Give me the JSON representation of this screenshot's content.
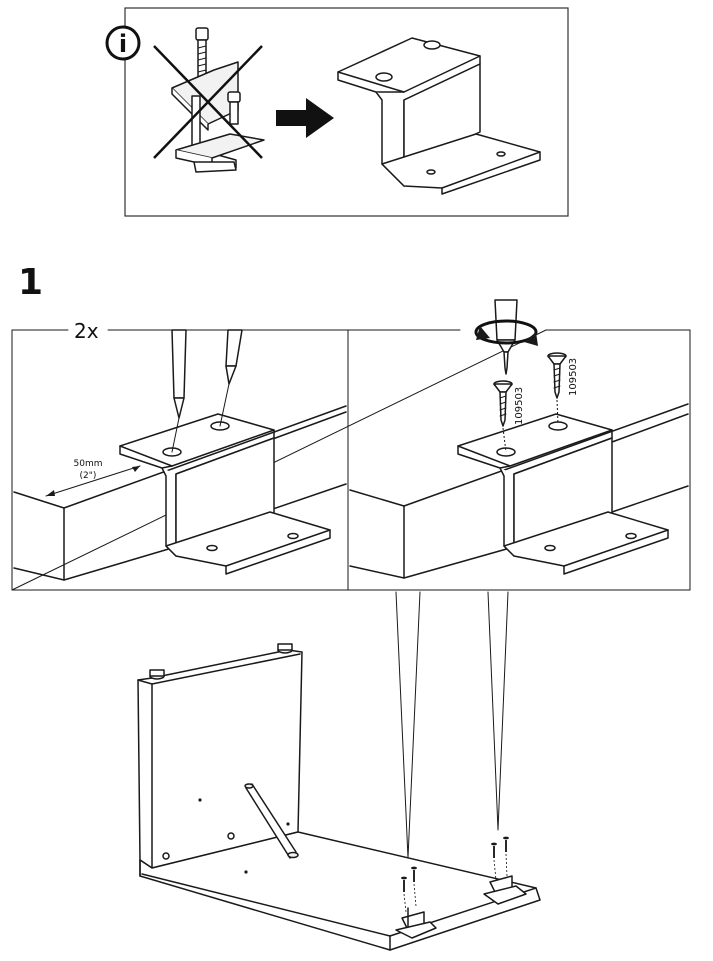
{
  "info_box": {
    "info_symbol": "i",
    "crossed_out_part": "clamp-with-screws",
    "replacement_part": "z-bracket"
  },
  "step": {
    "number": "1",
    "quantity": "2x",
    "measurement": "50mm",
    "measurement_imperial": "(2\")",
    "screw_part_number": "109503"
  }
}
